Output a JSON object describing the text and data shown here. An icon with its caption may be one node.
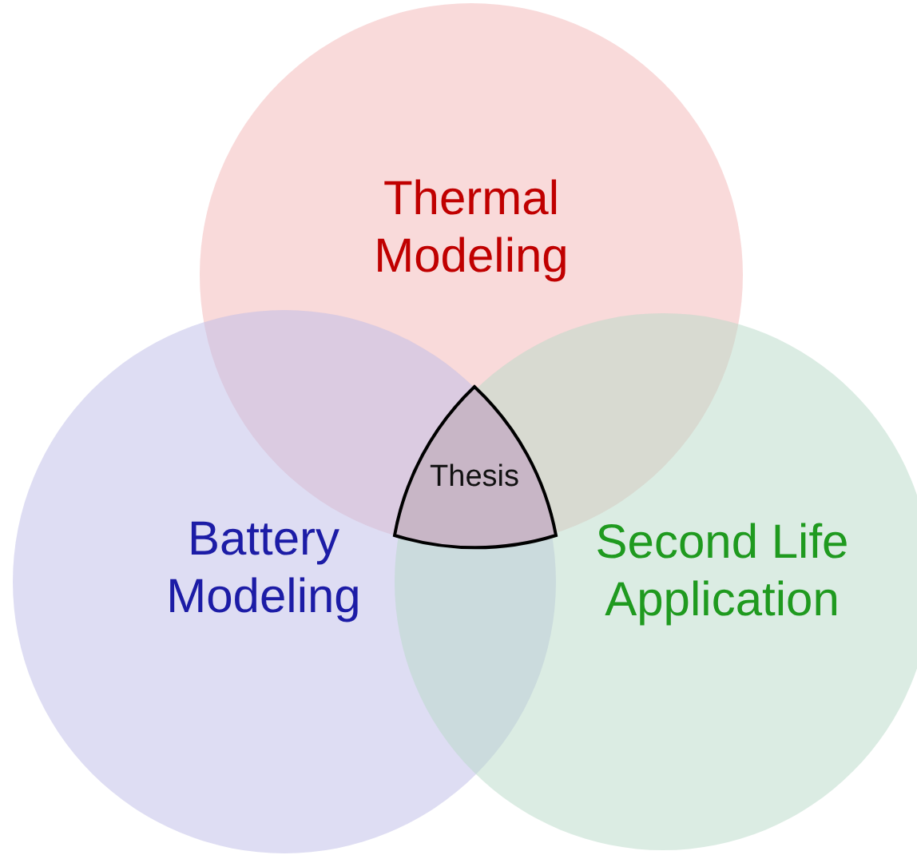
{
  "diagram": {
    "nodes": [
      {
        "text": [
          "Thermal Modeling"
        ]
      },
      {
        "text": [
          "Thesis"
        ]
      },
      {
        "text": [
          "Battery Modeling"
        ]
      },
      {
        "text": [
          "Second Life Application"
        ]
      }
    ]
  }
}
